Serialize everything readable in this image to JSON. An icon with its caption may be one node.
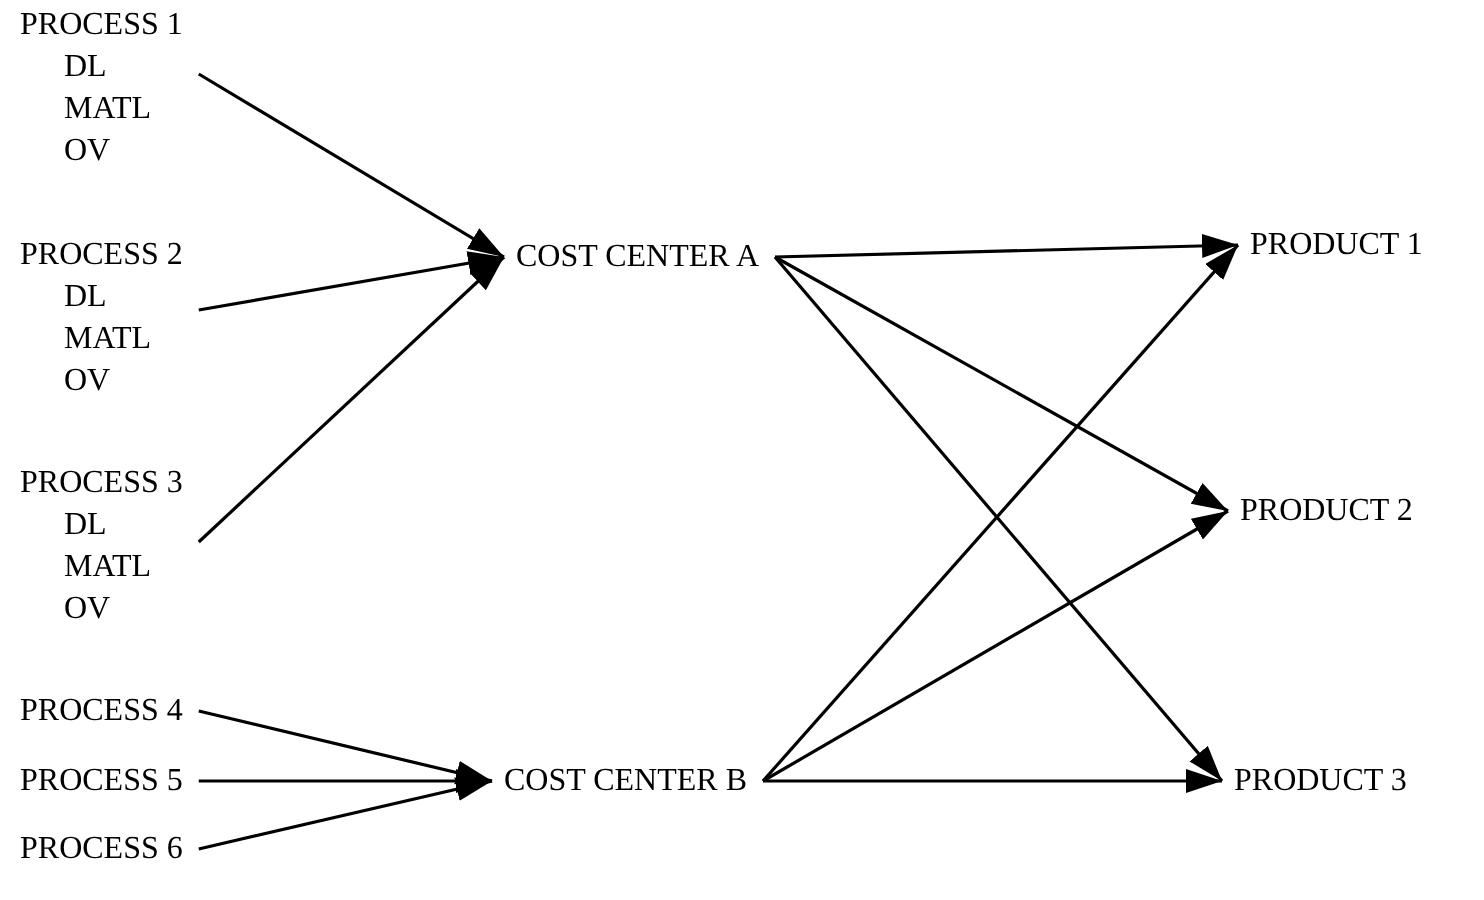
{
  "diagram": {
    "nodes": [
      {
        "text": [
          "PROCESS 1",
          "DL",
          "MATL",
          "OV"
        ]
      },
      {
        "text": [
          "PROCESS 2",
          "DL",
          "MATL",
          "OV"
        ]
      },
      {
        "text": [
          "PROCESS 3",
          "DL",
          "MATL",
          "OV"
        ]
      },
      {
        "text": [
          "PROCESS 4"
        ]
      },
      {
        "text": [
          "PROCESS 5"
        ]
      },
      {
        "text": [
          "PROCESS 6"
        ]
      },
      {
        "text": [
          "COST CENTER A"
        ]
      },
      {
        "text": [
          "COST CENTER B"
        ]
      },
      {
        "text": [
          "PRODUCT 1"
        ]
      },
      {
        "text": [
          "PRODUCT 2"
        ]
      },
      {
        "text": [
          "PRODUCT 3"
        ]
      }
    ],
    "edges": [
      {
        "from": 0,
        "to": 6,
        "arrow": "to"
      },
      {
        "from": 1,
        "to": 6,
        "arrow": "to"
      },
      {
        "from": 2,
        "to": 6,
        "arrow": "to"
      },
      {
        "from": 3,
        "to": 7,
        "arrow": "to"
      },
      {
        "from": 4,
        "to": 7,
        "arrow": "to"
      },
      {
        "from": 5,
        "to": 7,
        "arrow": "to"
      },
      {
        "from": 6,
        "to": 8,
        "arrow": "to"
      },
      {
        "from": 6,
        "to": 9,
        "arrow": "to"
      },
      {
        "from": 6,
        "to": 10,
        "arrow": "to"
      },
      {
        "from": 7,
        "to": 8,
        "arrow": "to"
      },
      {
        "from": 7,
        "to": 9,
        "arrow": "to"
      },
      {
        "from": 7,
        "to": 10,
        "arrow": "to"
      }
    ]
  }
}
